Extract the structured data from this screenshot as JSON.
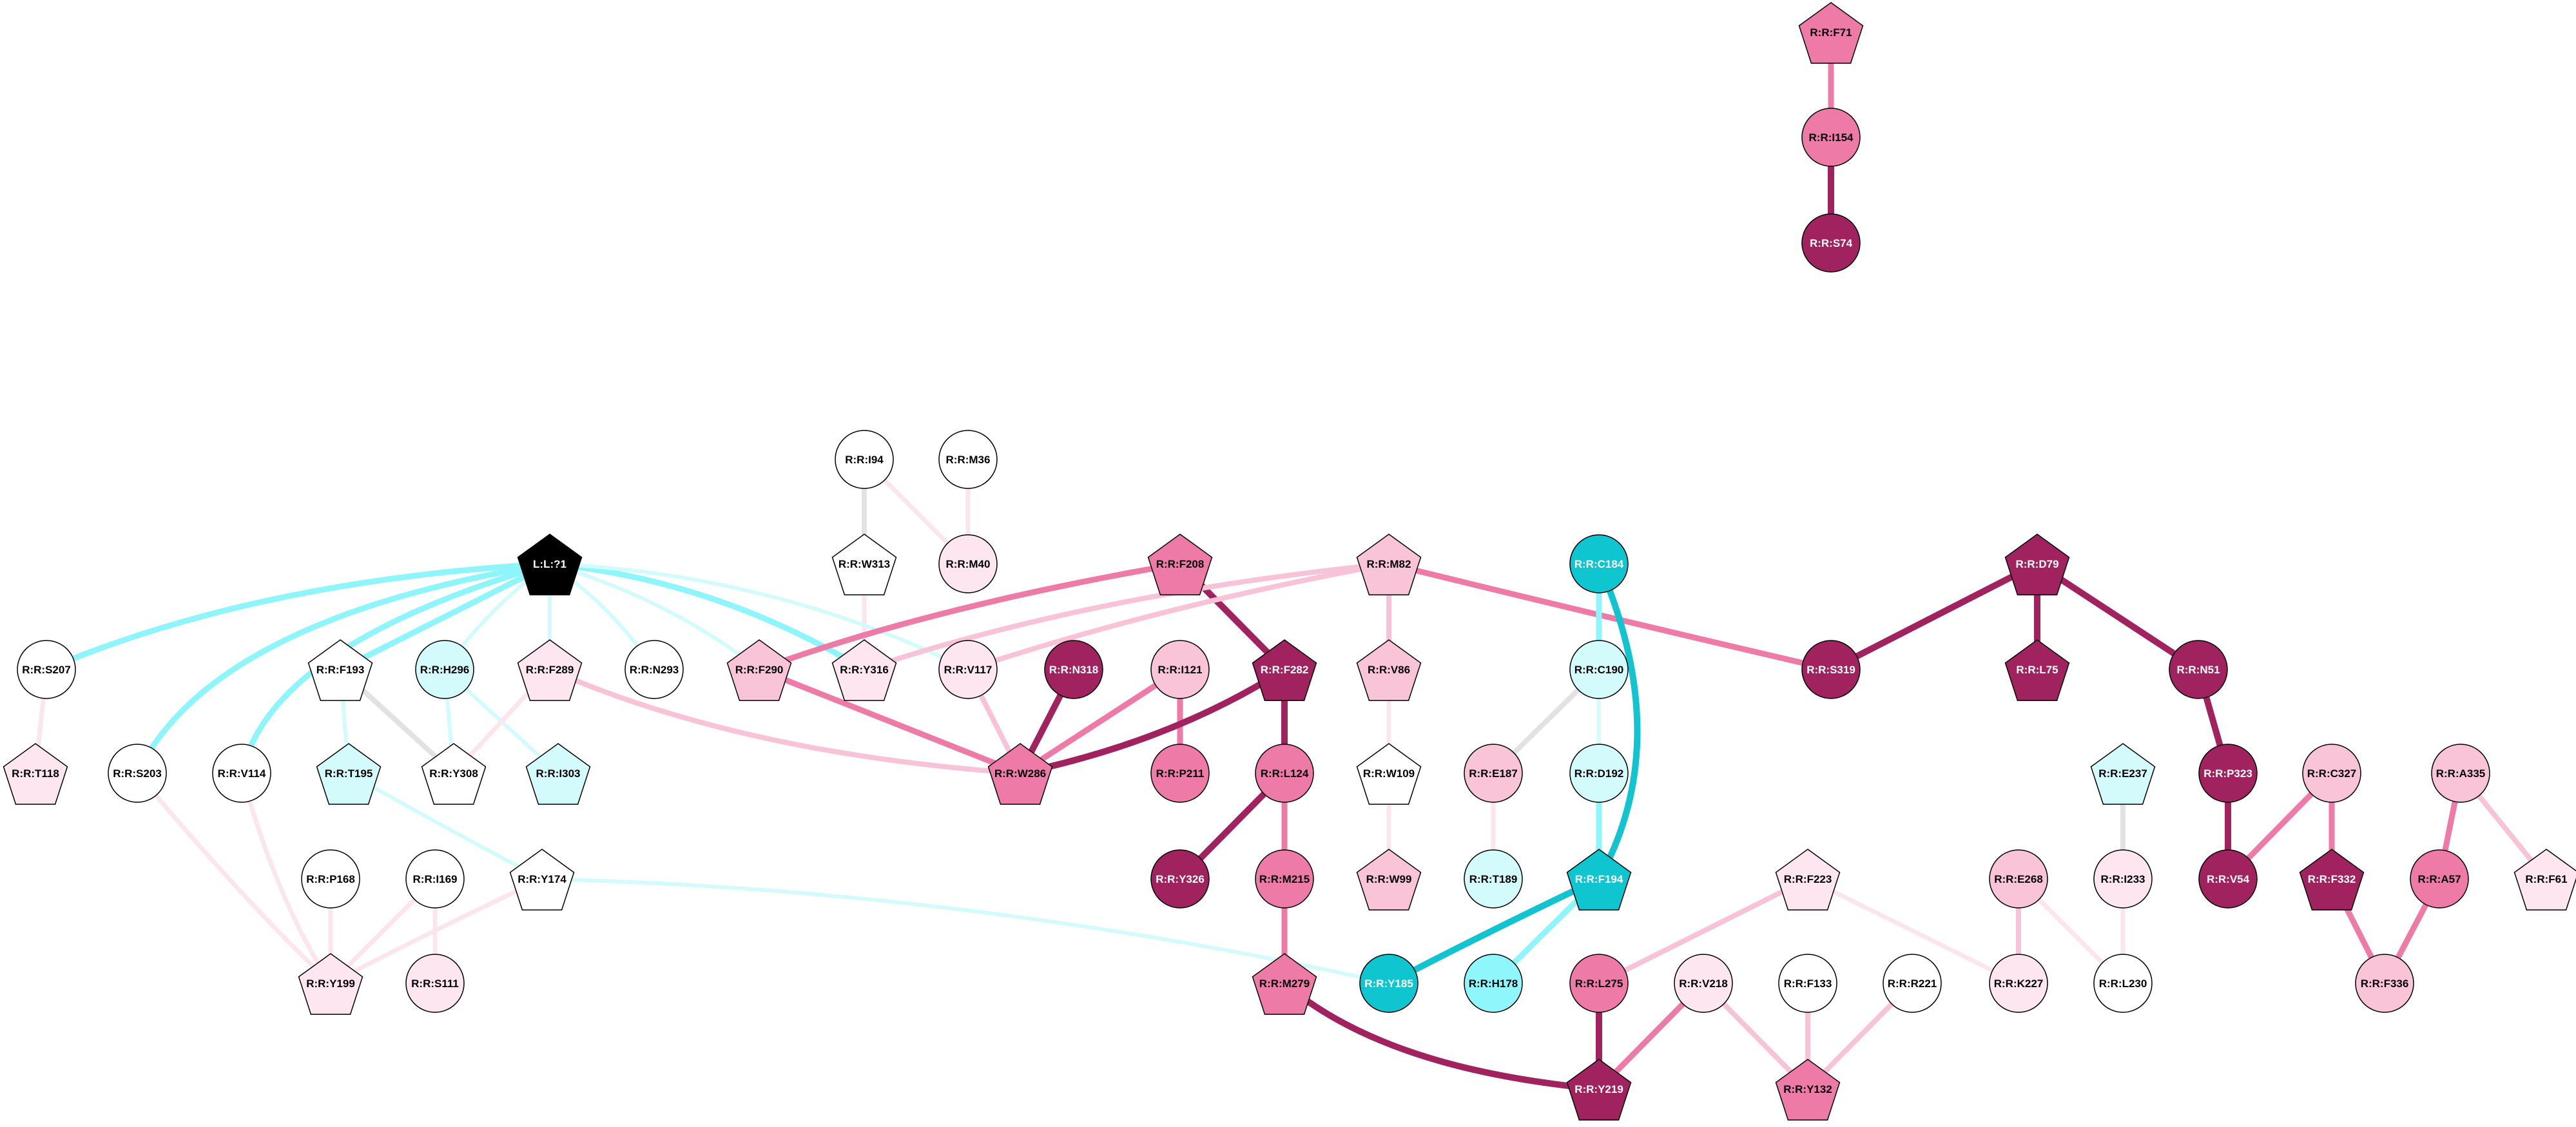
{
  "palette": {
    "white": "#ffffff",
    "black": "#000000",
    "pink_pale": "#fde6ef",
    "pink_light": "#f9c3d8",
    "pink_mid": "#ee7aa8",
    "magenta_dark": "#a0235f",
    "cyan_pale": "#d4fbfc",
    "cyan_light": "#8ff6fb",
    "cyan_mid": "#0fc5d0",
    "edge_grey": "#e2e2e2",
    "edge_pink_pale": "#fce6ee",
    "edge_pink_light": "#f8c2d7",
    "edge_pink_mid": "#ed7aa7",
    "edge_magenta": "#a0235f",
    "edge_cyan_pale": "#d4fbfc",
    "edge_cyan_light": "#8ef5fa",
    "edge_cyan_mid": "#11c4cf"
  },
  "nodes": [
    {
      "id": "R:R:F71",
      "label": "R:R:F71",
      "shape": "pentagon",
      "fill": "pink_mid"
    },
    {
      "id": "R:R:I154",
      "label": "R:R:I154",
      "shape": "circle",
      "fill": "pink_mid"
    },
    {
      "id": "R:R:S74",
      "label": "R:R:S74",
      "shape": "circle",
      "fill": "magenta_dark"
    },
    {
      "id": "R:R:I94",
      "label": "R:R:I94",
      "shape": "circle",
      "fill": "white"
    },
    {
      "id": "R:R:M36",
      "label": "R:R:M36",
      "shape": "circle",
      "fill": "white"
    },
    {
      "id": "L:L:?1",
      "label": "L:L:?1",
      "shape": "pentagon",
      "fill": "black"
    },
    {
      "id": "R:R:W313",
      "label": "R:R:W313",
      "shape": "pentagon",
      "fill": "white"
    },
    {
      "id": "R:R:M40",
      "label": "R:R:M40",
      "shape": "circle",
      "fill": "pink_pale"
    },
    {
      "id": "R:R:F208",
      "label": "R:R:F208",
      "shape": "pentagon",
      "fill": "pink_mid"
    },
    {
      "id": "R:R:M82",
      "label": "R:R:M82",
      "shape": "pentagon",
      "fill": "pink_light"
    },
    {
      "id": "R:R:C184",
      "label": "R:R:C184",
      "shape": "circle",
      "fill": "cyan_mid"
    },
    {
      "id": "R:R:D79",
      "label": "R:R:D79",
      "shape": "pentagon",
      "fill": "magenta_dark"
    },
    {
      "id": "R:R:S207",
      "label": "R:R:S207",
      "shape": "circle",
      "fill": "white"
    },
    {
      "id": "R:R:F193",
      "label": "R:R:F193",
      "shape": "pentagon",
      "fill": "white"
    },
    {
      "id": "R:R:H296",
      "label": "R:R:H296",
      "shape": "circle",
      "fill": "cyan_pale"
    },
    {
      "id": "R:R:F289",
      "label": "R:R:F289",
      "shape": "pentagon",
      "fill": "pink_pale"
    },
    {
      "id": "R:R:N293",
      "label": "R:R:N293",
      "shape": "circle",
      "fill": "white"
    },
    {
      "id": "R:R:F290",
      "label": "R:R:F290",
      "shape": "pentagon",
      "fill": "pink_light"
    },
    {
      "id": "R:R:Y316",
      "label": "R:R:Y316",
      "shape": "pentagon",
      "fill": "pink_pale"
    },
    {
      "id": "R:R:V117",
      "label": "R:R:V117",
      "shape": "circle",
      "fill": "pink_pale"
    },
    {
      "id": "R:R:N318",
      "label": "R:R:N318",
      "shape": "circle",
      "fill": "magenta_dark"
    },
    {
      "id": "R:R:I121",
      "label": "R:R:I121",
      "shape": "circle",
      "fill": "pink_light"
    },
    {
      "id": "R:R:F282",
      "label": "R:R:F282",
      "shape": "pentagon",
      "fill": "magenta_dark"
    },
    {
      "id": "R:R:V86",
      "label": "R:R:V86",
      "shape": "pentagon",
      "fill": "pink_light"
    },
    {
      "id": "R:R:C190",
      "label": "R:R:C190",
      "shape": "circle",
      "fill": "cyan_pale"
    },
    {
      "id": "R:R:S319",
      "label": "R:R:S319",
      "shape": "circle",
      "fill": "magenta_dark"
    },
    {
      "id": "R:R:L75",
      "label": "R:R:L75",
      "shape": "pentagon",
      "fill": "magenta_dark"
    },
    {
      "id": "R:R:N51",
      "label": "R:R:N51",
      "shape": "circle",
      "fill": "magenta_dark"
    },
    {
      "id": "R:R:T118",
      "label": "R:R:T118",
      "shape": "pentagon",
      "fill": "pink_pale"
    },
    {
      "id": "R:R:S203",
      "label": "R:R:S203",
      "shape": "circle",
      "fill": "white"
    },
    {
      "id": "R:R:V114",
      "label": "R:R:V114",
      "shape": "circle",
      "fill": "white"
    },
    {
      "id": "R:R:T195",
      "label": "R:R:T195",
      "shape": "pentagon",
      "fill": "cyan_pale"
    },
    {
      "id": "R:R:Y308",
      "label": "R:R:Y308",
      "shape": "pentagon",
      "fill": "white"
    },
    {
      "id": "R:R:I303",
      "label": "R:R:I303",
      "shape": "pentagon",
      "fill": "cyan_pale"
    },
    {
      "id": "R:R:W286",
      "label": "R:R:W286",
      "shape": "pentagon",
      "fill": "pink_mid"
    },
    {
      "id": "R:R:P211",
      "label": "R:R:P211",
      "shape": "circle",
      "fill": "pink_mid"
    },
    {
      "id": "R:R:L124",
      "label": "R:R:L124",
      "shape": "circle",
      "fill": "pink_mid"
    },
    {
      "id": "R:R:W109",
      "label": "R:R:W109",
      "shape": "pentagon",
      "fill": "white"
    },
    {
      "id": "R:R:E187",
      "label": "R:R:E187",
      "shape": "circle",
      "fill": "pink_light"
    },
    {
      "id": "R:R:D192",
      "label": "R:R:D192",
      "shape": "circle",
      "fill": "cyan_pale"
    },
    {
      "id": "R:R:E237",
      "label": "R:R:E237",
      "shape": "pentagon",
      "fill": "cyan_pale"
    },
    {
      "id": "R:R:P323",
      "label": "R:R:P323",
      "shape": "circle",
      "fill": "magenta_dark"
    },
    {
      "id": "R:R:C327",
      "label": "R:R:C327",
      "shape": "circle",
      "fill": "pink_light"
    },
    {
      "id": "R:R:A335",
      "label": "R:R:A335",
      "shape": "circle",
      "fill": "pink_light"
    },
    {
      "id": "R:R:P168",
      "label": "R:R:P168",
      "shape": "circle",
      "fill": "white"
    },
    {
      "id": "R:R:I169",
      "label": "R:R:I169",
      "shape": "circle",
      "fill": "white"
    },
    {
      "id": "R:R:Y174",
      "label": "R:R:Y174",
      "shape": "pentagon",
      "fill": "white"
    },
    {
      "id": "R:R:Y326",
      "label": "R:R:Y326",
      "shape": "circle",
      "fill": "magenta_dark"
    },
    {
      "id": "R:R:M215",
      "label": "R:R:M215",
      "shape": "circle",
      "fill": "pink_mid"
    },
    {
      "id": "R:R:W99",
      "label": "R:R:W99",
      "shape": "pentagon",
      "fill": "pink_light"
    },
    {
      "id": "R:R:T189",
      "label": "R:R:T189",
      "shape": "circle",
      "fill": "cyan_pale"
    },
    {
      "id": "R:R:F194",
      "label": "R:R:F194",
      "shape": "pentagon",
      "fill": "cyan_mid"
    },
    {
      "id": "R:R:F223",
      "label": "R:R:F223",
      "shape": "pentagon",
      "fill": "pink_pale"
    },
    {
      "id": "R:R:E268",
      "label": "R:R:E268",
      "shape": "circle",
      "fill": "pink_light"
    },
    {
      "id": "R:R:I233",
      "label": "R:R:I233",
      "shape": "circle",
      "fill": "pink_pale"
    },
    {
      "id": "R:R:V54",
      "label": "R:R:V54",
      "shape": "circle",
      "fill": "magenta_dark"
    },
    {
      "id": "R:R:F332",
      "label": "R:R:F332",
      "shape": "pentagon",
      "fill": "magenta_dark"
    },
    {
      "id": "R:R:A57",
      "label": "R:R:A57",
      "shape": "circle",
      "fill": "pink_mid"
    },
    {
      "id": "R:R:F61",
      "label": "R:R:F61",
      "shape": "pentagon",
      "fill": "pink_pale"
    },
    {
      "id": "R:R:Y199",
      "label": "R:R:Y199",
      "shape": "pentagon",
      "fill": "pink_pale"
    },
    {
      "id": "R:R:S111",
      "label": "R:R:S111",
      "shape": "circle",
      "fill": "pink_pale"
    },
    {
      "id": "R:R:M279",
      "label": "R:R:M279",
      "shape": "pentagon",
      "fill": "pink_mid"
    },
    {
      "id": "R:R:Y185",
      "label": "R:R:Y185",
      "shape": "circle",
      "fill": "cyan_mid"
    },
    {
      "id": "R:R:H178",
      "label": "R:R:H178",
      "shape": "circle",
      "fill": "cyan_light"
    },
    {
      "id": "R:R:L275",
      "label": "R:R:L275",
      "shape": "circle",
      "fill": "pink_mid"
    },
    {
      "id": "R:R:V218",
      "label": "R:R:V218",
      "shape": "circle",
      "fill": "pink_pale"
    },
    {
      "id": "R:R:F133",
      "label": "R:R:F133",
      "shape": "circle",
      "fill": "white"
    },
    {
      "id": "R:R:R221",
      "label": "R:R:R221",
      "shape": "circle",
      "fill": "white"
    },
    {
      "id": "R:R:K227",
      "label": "R:R:K227",
      "shape": "circle",
      "fill": "pink_pale"
    },
    {
      "id": "R:R:L230",
      "label": "R:R:L230",
      "shape": "circle",
      "fill": "white"
    },
    {
      "id": "R:R:F336",
      "label": "R:R:F336",
      "shape": "circle",
      "fill": "pink_light"
    },
    {
      "id": "R:R:Y219",
      "label": "R:R:Y219",
      "shape": "pentagon",
      "fill": "magenta_dark"
    },
    {
      "id": "R:R:Y132",
      "label": "R:R:Y132",
      "shape": "pentagon",
      "fill": "pink_mid"
    }
  ],
  "edges": [
    {
      "from": "R:R:F71",
      "to": "R:R:I154",
      "color": "edge_pink_mid"
    },
    {
      "from": "R:R:I154",
      "to": "R:R:S74",
      "color": "edge_magenta"
    },
    {
      "from": "R:R:I94",
      "to": "R:R:W313",
      "color": "edge_grey"
    },
    {
      "from": "R:R:I94",
      "to": "R:R:M40",
      "color": "edge_pink_pale"
    },
    {
      "from": "R:R:M36",
      "to": "R:R:M40",
      "color": "edge_pink_pale"
    },
    {
      "from": "R:R:W313",
      "to": "R:R:Y316",
      "color": "edge_pink_pale"
    },
    {
      "from": "L:L:?1",
      "to": "R:R:S207",
      "color": "edge_cyan_light"
    },
    {
      "from": "L:L:?1",
      "to": "R:R:F193",
      "color": "edge_cyan_light"
    },
    {
      "from": "L:L:?1",
      "to": "R:R:S203",
      "color": "edge_cyan_light"
    },
    {
      "from": "L:L:?1",
      "to": "R:R:V114",
      "color": "edge_cyan_light"
    },
    {
      "from": "L:L:?1",
      "to": "R:R:H296",
      "color": "edge_cyan_pale"
    },
    {
      "from": "L:L:?1",
      "to": "R:R:F289",
      "color": "edge_cyan_pale"
    },
    {
      "from": "L:L:?1",
      "to": "R:R:N293",
      "color": "edge_cyan_pale"
    },
    {
      "from": "L:L:?1",
      "to": "R:R:F290",
      "color": "edge_cyan_pale"
    },
    {
      "from": "L:L:?1",
      "to": "R:R:Y316",
      "color": "edge_cyan_light"
    },
    {
      "from": "L:L:?1",
      "to": "R:R:V117",
      "color": "edge_cyan_pale"
    },
    {
      "from": "R:R:S207",
      "to": "R:R:T118",
      "color": "edge_pink_pale"
    },
    {
      "from": "R:R:F193",
      "to": "R:R:T195",
      "color": "edge_cyan_pale"
    },
    {
      "from": "R:R:F193",
      "to": "R:R:Y308",
      "color": "edge_grey"
    },
    {
      "from": "R:R:H296",
      "to": "R:R:Y308",
      "color": "edge_cyan_pale"
    },
    {
      "from": "R:R:H296",
      "to": "R:R:I303",
      "color": "edge_cyan_pale"
    },
    {
      "from": "R:R:F289",
      "to": "R:R:Y308",
      "color": "edge_pink_pale"
    },
    {
      "from": "R:R:F289",
      "to": "R:R:W286",
      "color": "edge_pink_light"
    },
    {
      "from": "R:R:F208",
      "to": "R:R:F290",
      "color": "edge_pink_mid"
    },
    {
      "from": "R:R:F208",
      "to": "R:R:F282",
      "color": "edge_magenta"
    },
    {
      "from": "R:R:M82",
      "to": "R:R:Y316",
      "color": "edge_pink_light"
    },
    {
      "from": "R:R:M82",
      "to": "R:R:V117",
      "color": "edge_pink_light"
    },
    {
      "from": "R:R:M82",
      "to": "R:R:V86",
      "color": "edge_pink_light"
    },
    {
      "from": "R:R:M82",
      "to": "R:R:S319",
      "color": "edge_pink_mid"
    },
    {
      "from": "R:R:F290",
      "to": "R:R:W286",
      "color": "edge_pink_mid"
    },
    {
      "from": "R:R:V117",
      "to": "R:R:W286",
      "color": "edge_pink_light"
    },
    {
      "from": "R:R:N318",
      "to": "R:R:W286",
      "color": "edge_magenta"
    },
    {
      "from": "R:R:I121",
      "to": "R:R:W286",
      "color": "edge_pink_mid"
    },
    {
      "from": "R:R:I121",
      "to": "R:R:P211",
      "color": "edge_pink_mid"
    },
    {
      "from": "R:R:F282",
      "to": "R:R:W286",
      "color": "edge_magenta"
    },
    {
      "from": "R:R:F282",
      "to": "R:R:L124",
      "color": "edge_magenta"
    },
    {
      "from": "R:R:L124",
      "to": "R:R:Y326",
      "color": "edge_magenta"
    },
    {
      "from": "R:R:L124",
      "to": "R:R:M215",
      "color": "edge_pink_mid"
    },
    {
      "from": "R:R:M215",
      "to": "R:R:M279",
      "color": "edge_pink_mid"
    },
    {
      "from": "R:R:M279",
      "to": "R:R:Y219",
      "color": "edge_magenta"
    },
    {
      "from": "R:R:V86",
      "to": "R:R:W109",
      "color": "edge_pink_pale"
    },
    {
      "from": "R:R:W109",
      "to": "R:R:W99",
      "color": "edge_pink_pale"
    },
    {
      "from": "R:R:C184",
      "to": "R:R:C190",
      "color": "edge_cyan_light"
    },
    {
      "from": "R:R:C184",
      "to": "R:R:F194",
      "color": "edge_cyan_mid"
    },
    {
      "from": "R:R:C190",
      "to": "R:R:E187",
      "color": "edge_grey"
    },
    {
      "from": "R:R:C190",
      "to": "R:R:D192",
      "color": "edge_cyan_pale"
    },
    {
      "from": "R:R:E187",
      "to": "R:R:T189",
      "color": "edge_pink_pale"
    },
    {
      "from": "R:R:D192",
      "to": "R:R:F194",
      "color": "edge_cyan_light"
    },
    {
      "from": "R:R:F194",
      "to": "R:R:Y185",
      "color": "edge_cyan_mid"
    },
    {
      "from": "R:R:F194",
      "to": "R:R:H178",
      "color": "edge_cyan_light"
    },
    {
      "from": "R:R:Y174",
      "to": "R:R:Y185",
      "color": "edge_cyan_pale"
    },
    {
      "from": "R:R:T195",
      "to": "R:R:Y174",
      "color": "edge_cyan_pale"
    },
    {
      "from": "R:R:D79",
      "to": "R:R:S319",
      "color": "edge_magenta"
    },
    {
      "from": "R:R:D79",
      "to": "R:R:L75",
      "color": "edge_magenta"
    },
    {
      "from": "R:R:D79",
      "to": "R:R:N51",
      "color": "edge_magenta"
    },
    {
      "from": "R:R:N51",
      "to": "R:R:P323",
      "color": "edge_magenta"
    },
    {
      "from": "R:R:P323",
      "to": "R:R:V54",
      "color": "edge_magenta"
    },
    {
      "from": "R:R:C327",
      "to": "R:R:V54",
      "color": "edge_pink_mid"
    },
    {
      "from": "R:R:C327",
      "to": "R:R:F332",
      "color": "edge_pink_mid"
    },
    {
      "from": "R:R:F332",
      "to": "R:R:F336",
      "color": "edge_pink_mid"
    },
    {
      "from": "R:R:A335",
      "to": "R:R:A57",
      "color": "edge_pink_mid"
    },
    {
      "from": "R:R:A335",
      "to": "R:R:F61",
      "color": "edge_pink_light"
    },
    {
      "from": "R:R:A57",
      "to": "R:R:F336",
      "color": "edge_pink_mid"
    },
    {
      "from": "R:R:E237",
      "to": "R:R:I233",
      "color": "edge_grey"
    },
    {
      "from": "R:R:I233",
      "to": "R:R:L230",
      "color": "edge_pink_pale"
    },
    {
      "from": "R:R:E268",
      "to": "R:R:K227",
      "color": "edge_pink_light"
    },
    {
      "from": "R:R:E268",
      "to": "R:R:L230",
      "color": "edge_pink_pale"
    },
    {
      "from": "R:R:F223",
      "to": "R:R:L275",
      "color": "edge_pink_light"
    },
    {
      "from": "R:R:F223",
      "to": "R:R:K227",
      "color": "edge_pink_pale"
    },
    {
      "from": "R:R:L275",
      "to": "R:R:Y219",
      "color": "edge_magenta"
    },
    {
      "from": "R:R:V218",
      "to": "R:R:Y219",
      "color": "edge_pink_mid"
    },
    {
      "from": "R:R:V218",
      "to": "R:R:Y132",
      "color": "edge_pink_light"
    },
    {
      "from": "R:R:F133",
      "to": "R:R:Y132",
      "color": "edge_pink_light"
    },
    {
      "from": "R:R:R221",
      "to": "R:R:Y132",
      "color": "edge_pink_light"
    },
    {
      "from": "R:R:S203",
      "to": "R:R:Y199",
      "color": "edge_pink_pale"
    },
    {
      "from": "R:R:V114",
      "to": "R:R:Y199",
      "color": "edge_pink_pale"
    },
    {
      "from": "R:R:P168",
      "to": "R:R:Y199",
      "color": "edge_pink_pale"
    },
    {
      "from": "R:R:I169",
      "to": "R:R:Y199",
      "color": "edge_pink_pale"
    },
    {
      "from": "R:R:I169",
      "to": "R:R:S111",
      "color": "edge_pink_pale"
    },
    {
      "from": "R:R:Y174",
      "to": "R:R:Y199",
      "color": "edge_pink_pale"
    }
  ]
}
